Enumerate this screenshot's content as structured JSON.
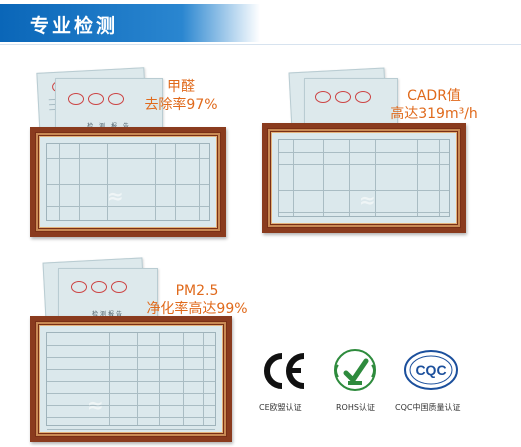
{
  "header": {
    "title": "专业检测"
  },
  "sections": {
    "formaldehyde": {
      "line1": "甲醛",
      "line2": "去除率97%",
      "doc_title": "检 测 报 告"
    },
    "cadr": {
      "line1": "CADR值",
      "line2": "高达319m³/h"
    },
    "pm25": {
      "line1": "PM2.5",
      "line2": "净化率高达99%",
      "doc_title": "检测报告"
    }
  },
  "certifications": [
    {
      "label": "CE欧盟认证",
      "icon": "ce-mark-icon"
    },
    {
      "label": "ROHS认证",
      "icon": "rohs-mark-icon"
    },
    {
      "label": "CQC中国质量认证",
      "icon": "cqc-mark-icon"
    }
  ],
  "colors": {
    "header_blue": "#0a66b8",
    "caption_orange": "#e06a1c",
    "frame_brown": "#8a3b1e",
    "paper": "#dbe8ec"
  }
}
